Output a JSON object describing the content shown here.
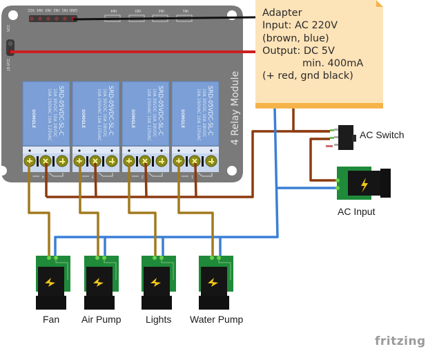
{
  "note": {
    "lines": [
      "Adapter",
      "Input: AC 220V",
      "(brown, blue)",
      "Output: DC 5V",
      "          min. 400mA",
      "(+ red, gnd black)"
    ],
    "color": "#fde3b8",
    "edge_color": "#f5b349"
  },
  "relay_module": {
    "title": "4 Relay Module",
    "header_pins": [
      "GND",
      "IN1",
      "IN2",
      "IN3",
      "IN4",
      "VCC"
    ],
    "input_labels": [
      "IN4",
      "IN3",
      "IN2",
      "IN1"
    ],
    "power_pins": [
      "VCC",
      "JD-VCC"
    ],
    "relays": [
      {
        "brand": "SONGLE",
        "rating1": "10A 250VAC 10A 125VAC",
        "rating2": "10A 30VDC 10A 28VDC",
        "model": "SRD-05VDC-SL-C",
        "channel": "4"
      },
      {
        "brand": "SONGLE",
        "rating1": "10A 250VAC 10A 125VAC",
        "rating2": "10A 30VDC 10A 28VDC",
        "model": "SRD-05VDC-SL-C",
        "channel": "3"
      },
      {
        "brand": "SONGLE",
        "rating1": "10A 250VAC 10A 125VAC",
        "rating2": "10A 30VDC 10A 28VDC",
        "model": "SRD-05VDC-SL-C",
        "channel": "2"
      },
      {
        "brand": "SONGLE",
        "rating1": "10A 250VAC 10A 125VAC",
        "rating2": "10A 30VDC 10A 28VDC",
        "model": "SRD-05VDC-SL-C",
        "channel": "1"
      }
    ],
    "board_color": "#7a7a7a",
    "relay_color": "#7b9fd6"
  },
  "components": {
    "ac_switch": "AC Switch",
    "ac_input": "AC Input",
    "outlets": [
      "Fan",
      "Air Pump",
      "Lights",
      "Water Pump"
    ]
  },
  "wires": {
    "brown": "#8b3a0f",
    "blue": "#3a7fd5",
    "gold": "#a07a1e",
    "red": "#cc1f1f",
    "black": "#111111"
  },
  "watermark": "fritzing"
}
